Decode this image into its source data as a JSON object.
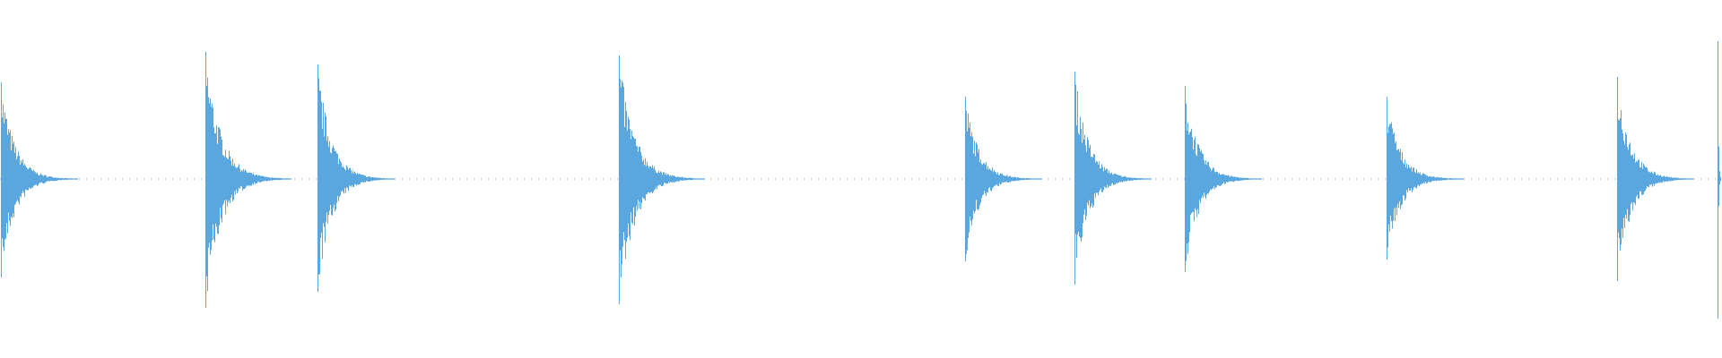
{
  "waveform": {
    "color": "#5aa7e0",
    "background": "#ffffff",
    "transient_count": 10,
    "transients": [
      {
        "time_fraction": 0.0,
        "peak_up": 0.54,
        "peak_down": 0.55,
        "tail_fraction": 0.045
      },
      {
        "time_fraction": 0.1187,
        "peak_up": 0.71,
        "peak_down": 0.72,
        "tail_fraction": 0.05
      },
      {
        "time_fraction": 0.1838,
        "peak_up": 0.64,
        "peak_down": 0.63,
        "tail_fraction": 0.045
      },
      {
        "time_fraction": 0.3594,
        "peak_up": 0.69,
        "peak_down": 0.7,
        "tail_fraction": 0.05
      },
      {
        "time_fraction": 0.5603,
        "peak_up": 0.46,
        "peak_down": 0.46,
        "tail_fraction": 0.045
      },
      {
        "time_fraction": 0.6242,
        "peak_up": 0.6,
        "peak_down": 0.59,
        "tail_fraction": 0.045
      },
      {
        "time_fraction": 0.6881,
        "peak_up": 0.52,
        "peak_down": 0.52,
        "tail_fraction": 0.045
      },
      {
        "time_fraction": 0.8054,
        "peak_up": 0.46,
        "peak_down": 0.45,
        "tail_fraction": 0.045
      },
      {
        "time_fraction": 0.9394,
        "peak_up": 0.57,
        "peak_down": 0.57,
        "tail_fraction": 0.045
      },
      {
        "time_fraction": 0.9981,
        "peak_up": 0.77,
        "peak_down": 0.78,
        "tail_fraction": 0.002
      }
    ]
  }
}
